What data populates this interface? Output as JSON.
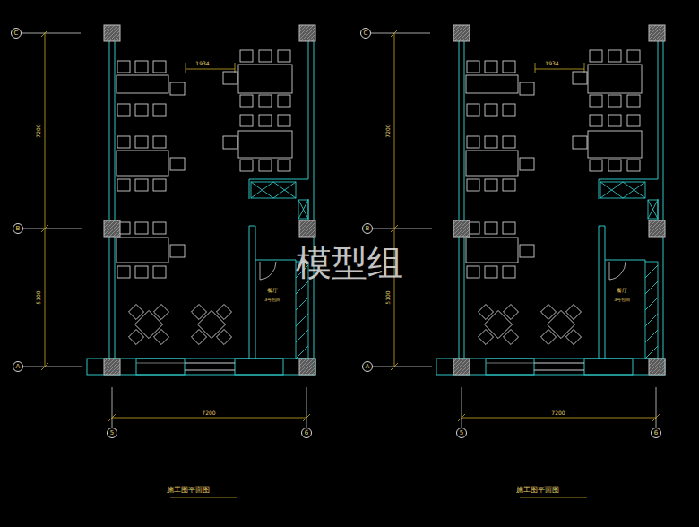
{
  "diagram": {
    "nodes": [
      {
        "text": [
          "C"
        ]
      },
      {
        "text": [
          "B"
        ]
      },
      {
        "text": [
          "A"
        ]
      },
      {
        "text": [
          "5"
        ]
      },
      {
        "text": [
          "6"
        ]
      },
      {
        "text": [
          "C"
        ]
      },
      {
        "text": [
          "B"
        ]
      },
      {
        "text": [
          "A"
        ]
      },
      {
        "text": [
          "5"
        ]
      },
      {
        "text": [
          "6"
        ]
      }
    ],
    "labels": [
      "1934",
      "7200",
      "5100",
      "餐厅",
      "3号包间",
      "7200",
      "施工图平面图",
      "模型组",
      "1934",
      "7200",
      "5100",
      "餐厅",
      "3号包间",
      "7200",
      "施工图平面图"
    ]
  }
}
